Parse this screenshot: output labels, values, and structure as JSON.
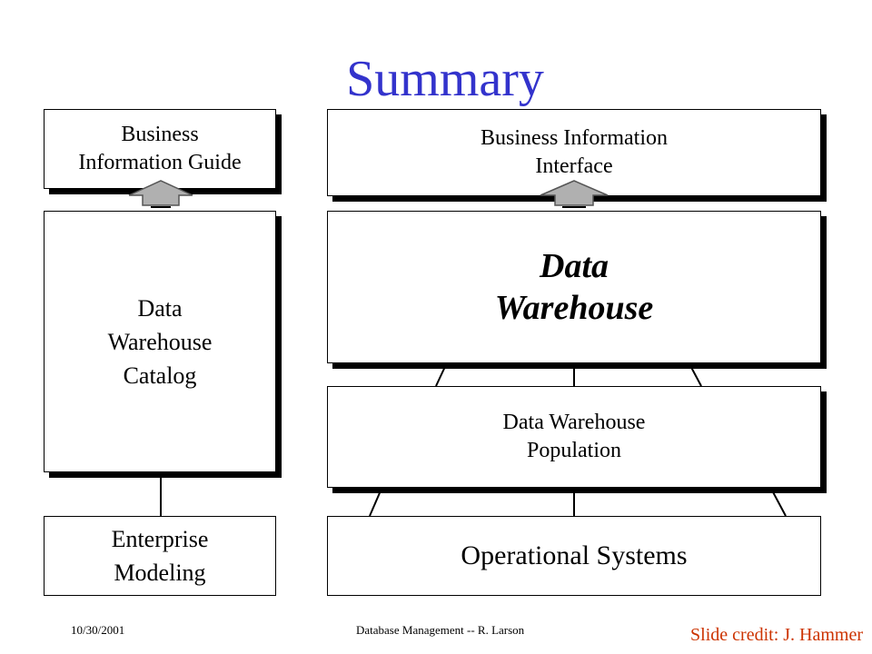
{
  "slide": {
    "title": "Summary",
    "boxes": {
      "business_info_guide": [
        "Business",
        "Information Guide"
      ],
      "dw_catalog": [
        "Data",
        "Warehouse",
        "Catalog"
      ],
      "enterprise_modeling": [
        "Enterprise",
        "Modeling"
      ],
      "business_info_interface": [
        "Business Information",
        "Interface"
      ],
      "data_warehouse": [
        "Data",
        "Warehouse"
      ],
      "dw_population": [
        "Data Warehouse",
        "Population"
      ],
      "operational_systems": [
        "Operational Systems"
      ]
    },
    "footer": {
      "date": "10/30/2001",
      "course": "Database Management -- R. Larson",
      "credit": "Slide credit: J. Hammer"
    },
    "colors": {
      "title": "#3333cc",
      "credit": "#cc3300",
      "arrow_fill": "#b0b0b0"
    }
  }
}
